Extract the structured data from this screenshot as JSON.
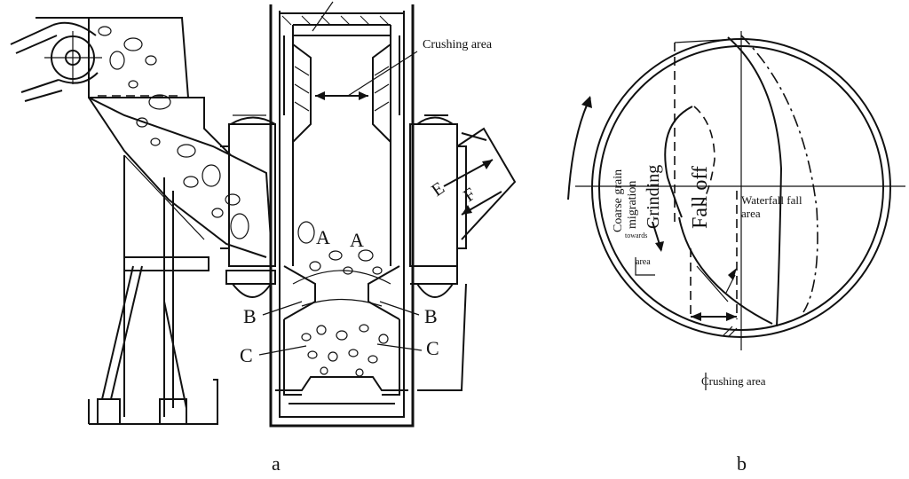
{
  "figure": {
    "panel_a": {
      "caption": "a",
      "labels": {
        "crushing_area": "Crushing area",
        "a_left": "A",
        "a_right": "A",
        "b_left": "B",
        "b_right": "B",
        "c_left": "C",
        "c_right": "C",
        "e": "E",
        "f": "F"
      }
    },
    "panel_b": {
      "caption": "b",
      "labels": {
        "coarse_grain_line1": "Coarse grain",
        "coarse_grain_line2": "migration",
        "towards": "towards",
        "area_small": "area",
        "grinding": "Grinding",
        "fall_off": "Fall off",
        "waterfall_line1": "Waterfall fall",
        "waterfall_line2": "area",
        "crushing_area": "Crushing area"
      }
    }
  }
}
